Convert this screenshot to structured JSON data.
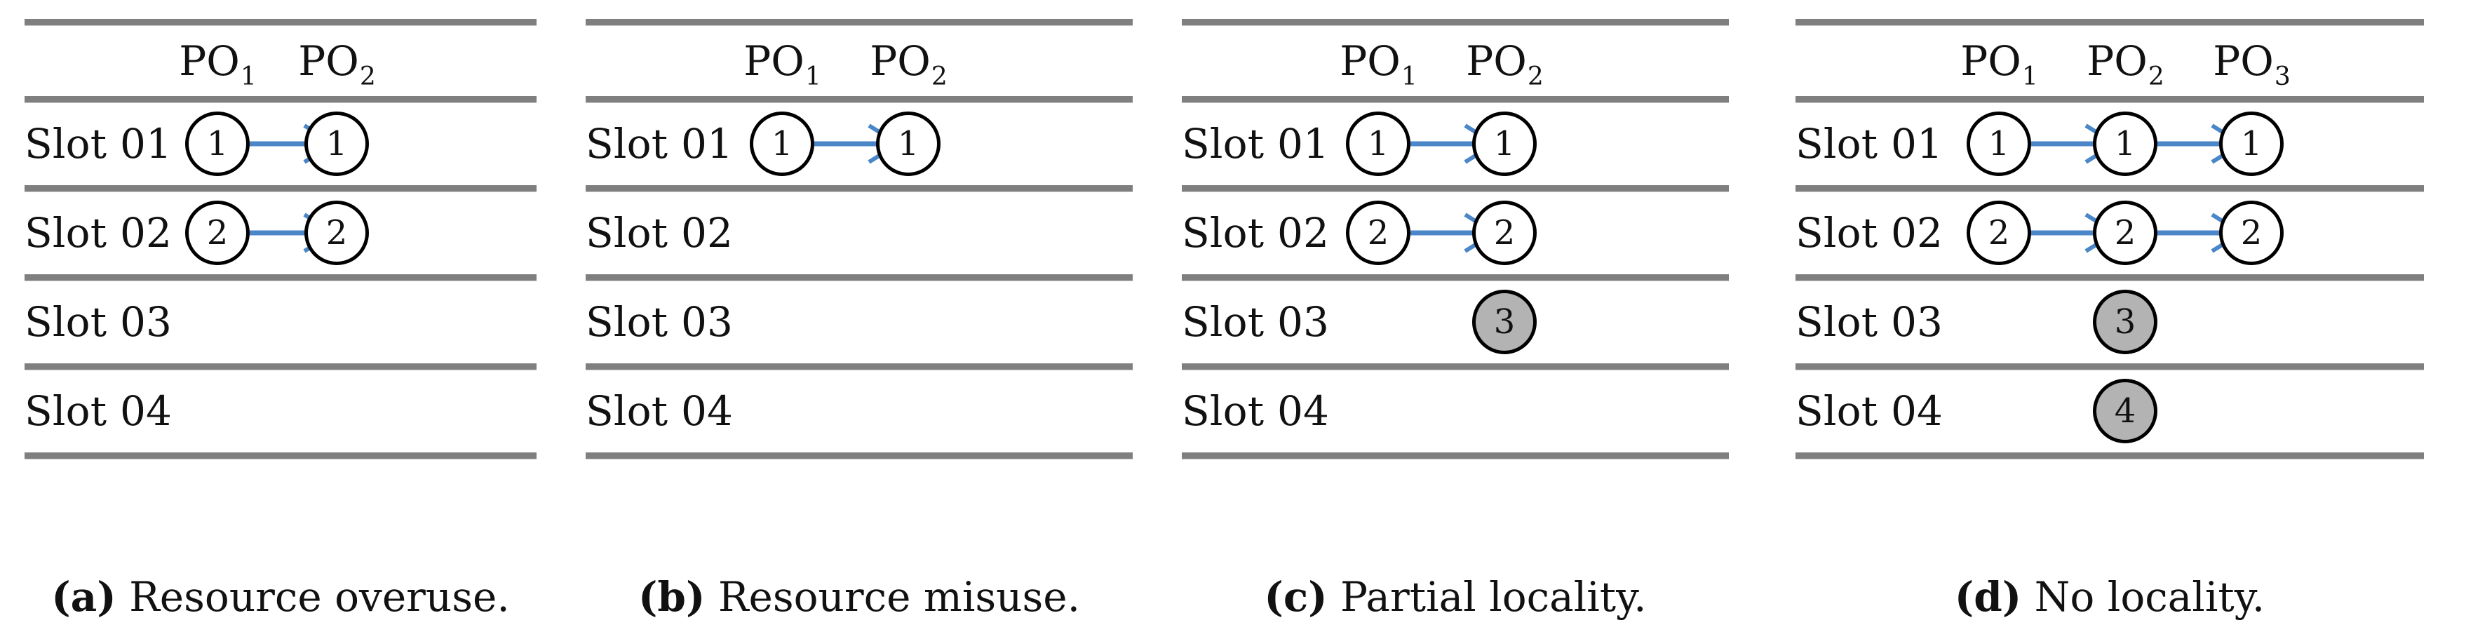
{
  "figure": {
    "kind": "four-panel slot/processing-option allocation diagram",
    "arrow_color": "#4a86c8",
    "rule_color": "#7f7f7f",
    "shaded_node_fill": "#b3b3b3",
    "node_stroke": "#000000"
  },
  "panels": [
    {
      "id": "a",
      "caption_letter": "(a)",
      "caption_text": "Resource overuse.",
      "columns": [
        "PO",
        "PO"
      ],
      "column_subscripts": [
        "1",
        "2"
      ],
      "rows": [
        {
          "label": "Slot 01",
          "cells": [
            {
              "value": "1",
              "shaded": false
            },
            {
              "value": "1",
              "shaded": false
            }
          ],
          "arrows": [
            true
          ]
        },
        {
          "label": "Slot 02",
          "cells": [
            {
              "value": "2",
              "shaded": false
            },
            {
              "value": "2",
              "shaded": false
            }
          ],
          "arrows": [
            true
          ]
        },
        {
          "label": "Slot 03",
          "cells": [
            {
              "value": "",
              "shaded": false
            },
            {
              "value": "",
              "shaded": false
            }
          ],
          "arrows": [
            false
          ]
        },
        {
          "label": "Slot 04",
          "cells": [
            {
              "value": "",
              "shaded": false
            },
            {
              "value": "",
              "shaded": false
            }
          ],
          "arrows": [
            false
          ]
        }
      ]
    },
    {
      "id": "b",
      "caption_letter": "(b)",
      "caption_text": "Resource misuse.",
      "columns": [
        "PO",
        "PO"
      ],
      "column_subscripts": [
        "1",
        "2"
      ],
      "rows": [
        {
          "label": "Slot 01",
          "cells": [
            {
              "value": "1",
              "shaded": false
            },
            {
              "value": "1",
              "shaded": false
            }
          ],
          "arrows": [
            true
          ]
        },
        {
          "label": "Slot 02",
          "cells": [
            {
              "value": "",
              "shaded": false
            },
            {
              "value": "",
              "shaded": false
            }
          ],
          "arrows": [
            false
          ]
        },
        {
          "label": "Slot 03",
          "cells": [
            {
              "value": "",
              "shaded": false
            },
            {
              "value": "",
              "shaded": false
            }
          ],
          "arrows": [
            false
          ]
        },
        {
          "label": "Slot 04",
          "cells": [
            {
              "value": "",
              "shaded": false
            },
            {
              "value": "",
              "shaded": false
            }
          ],
          "arrows": [
            false
          ]
        }
      ]
    },
    {
      "id": "c",
      "caption_letter": "(c)",
      "caption_text": "Partial locality.",
      "columns": [
        "PO",
        "PO"
      ],
      "column_subscripts": [
        "1",
        "2"
      ],
      "rows": [
        {
          "label": "Slot 01",
          "cells": [
            {
              "value": "1",
              "shaded": false
            },
            {
              "value": "1",
              "shaded": false
            }
          ],
          "arrows": [
            true
          ]
        },
        {
          "label": "Slot 02",
          "cells": [
            {
              "value": "2",
              "shaded": false
            },
            {
              "value": "2",
              "shaded": false
            }
          ],
          "arrows": [
            true
          ]
        },
        {
          "label": "Slot 03",
          "cells": [
            {
              "value": "",
              "shaded": false
            },
            {
              "value": "3",
              "shaded": true
            }
          ],
          "arrows": [
            false
          ]
        },
        {
          "label": "Slot 04",
          "cells": [
            {
              "value": "",
              "shaded": false
            },
            {
              "value": "",
              "shaded": false
            }
          ],
          "arrows": [
            false
          ]
        }
      ]
    },
    {
      "id": "d",
      "caption_letter": "(d)",
      "caption_text": "No locality.",
      "columns": [
        "PO",
        "PO",
        "PO"
      ],
      "column_subscripts": [
        "1",
        "2",
        "3"
      ],
      "rows": [
        {
          "label": "Slot 01",
          "cells": [
            {
              "value": "1",
              "shaded": false
            },
            {
              "value": "1",
              "shaded": false
            },
            {
              "value": "1",
              "shaded": false
            }
          ],
          "arrows": [
            true,
            true
          ]
        },
        {
          "label": "Slot 02",
          "cells": [
            {
              "value": "2",
              "shaded": false
            },
            {
              "value": "2",
              "shaded": false
            },
            {
              "value": "2",
              "shaded": false
            }
          ],
          "arrows": [
            true,
            true
          ]
        },
        {
          "label": "Slot 03",
          "cells": [
            {
              "value": "",
              "shaded": false
            },
            {
              "value": "3",
              "shaded": true
            },
            {
              "value": "",
              "shaded": false
            }
          ],
          "arrows": [
            false,
            false
          ]
        },
        {
          "label": "Slot 04",
          "cells": [
            {
              "value": "",
              "shaded": false
            },
            {
              "value": "4",
              "shaded": true
            },
            {
              "value": "",
              "shaded": false
            }
          ],
          "arrows": [
            false,
            false
          ]
        }
      ]
    }
  ]
}
